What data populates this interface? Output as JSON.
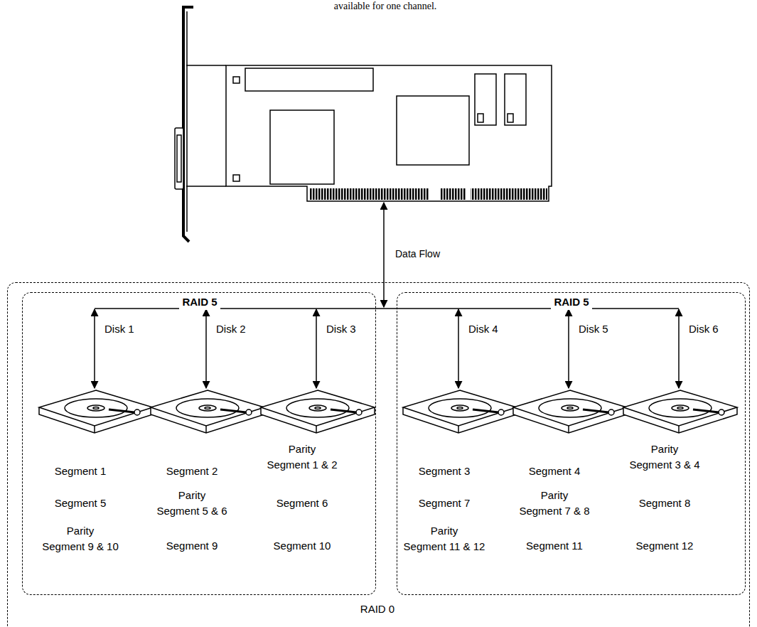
{
  "diagram": {
    "nodes": [
      {
        "text": [
          "RAID 0"
        ]
      },
      {
        "text": [
          "RAID 5"
        ],
        "in": 0
      },
      {
        "text": [
          "RAID 5"
        ],
        "in": 0
      },
      {
        "text": [
          "Segment 1",
          "Segment 5",
          "Parity Segment 9 & 10"
        ],
        "in": 1
      },
      {
        "text": [
          "Segment 2",
          "Parity Segment 5 & 6",
          "Segment 9"
        ],
        "in": 1
      },
      {
        "text": [
          "Parity Segment 1 & 2",
          "Segment 6",
          "Segment 10"
        ],
        "in": 1
      },
      {
        "text": [
          "Segment 3",
          "Segment 7",
          "Parity Segment 11 & 12"
        ],
        "in": 2
      },
      {
        "text": [
          "Segment 4",
          "Parity Segment 7 & 8",
          "Segment 11"
        ],
        "in": 2
      },
      {
        "text": [
          "Parity Segment 3 & 4",
          "Segment 8",
          "Segment 12"
        ],
        "in": 2
      }
    ],
    "labels": [
      "available for one channel.",
      "Data Flow",
      "Disk 1",
      "Disk 2",
      "Disk 3",
      "Disk 4",
      "Disk 5",
      "Disk 6"
    ]
  }
}
